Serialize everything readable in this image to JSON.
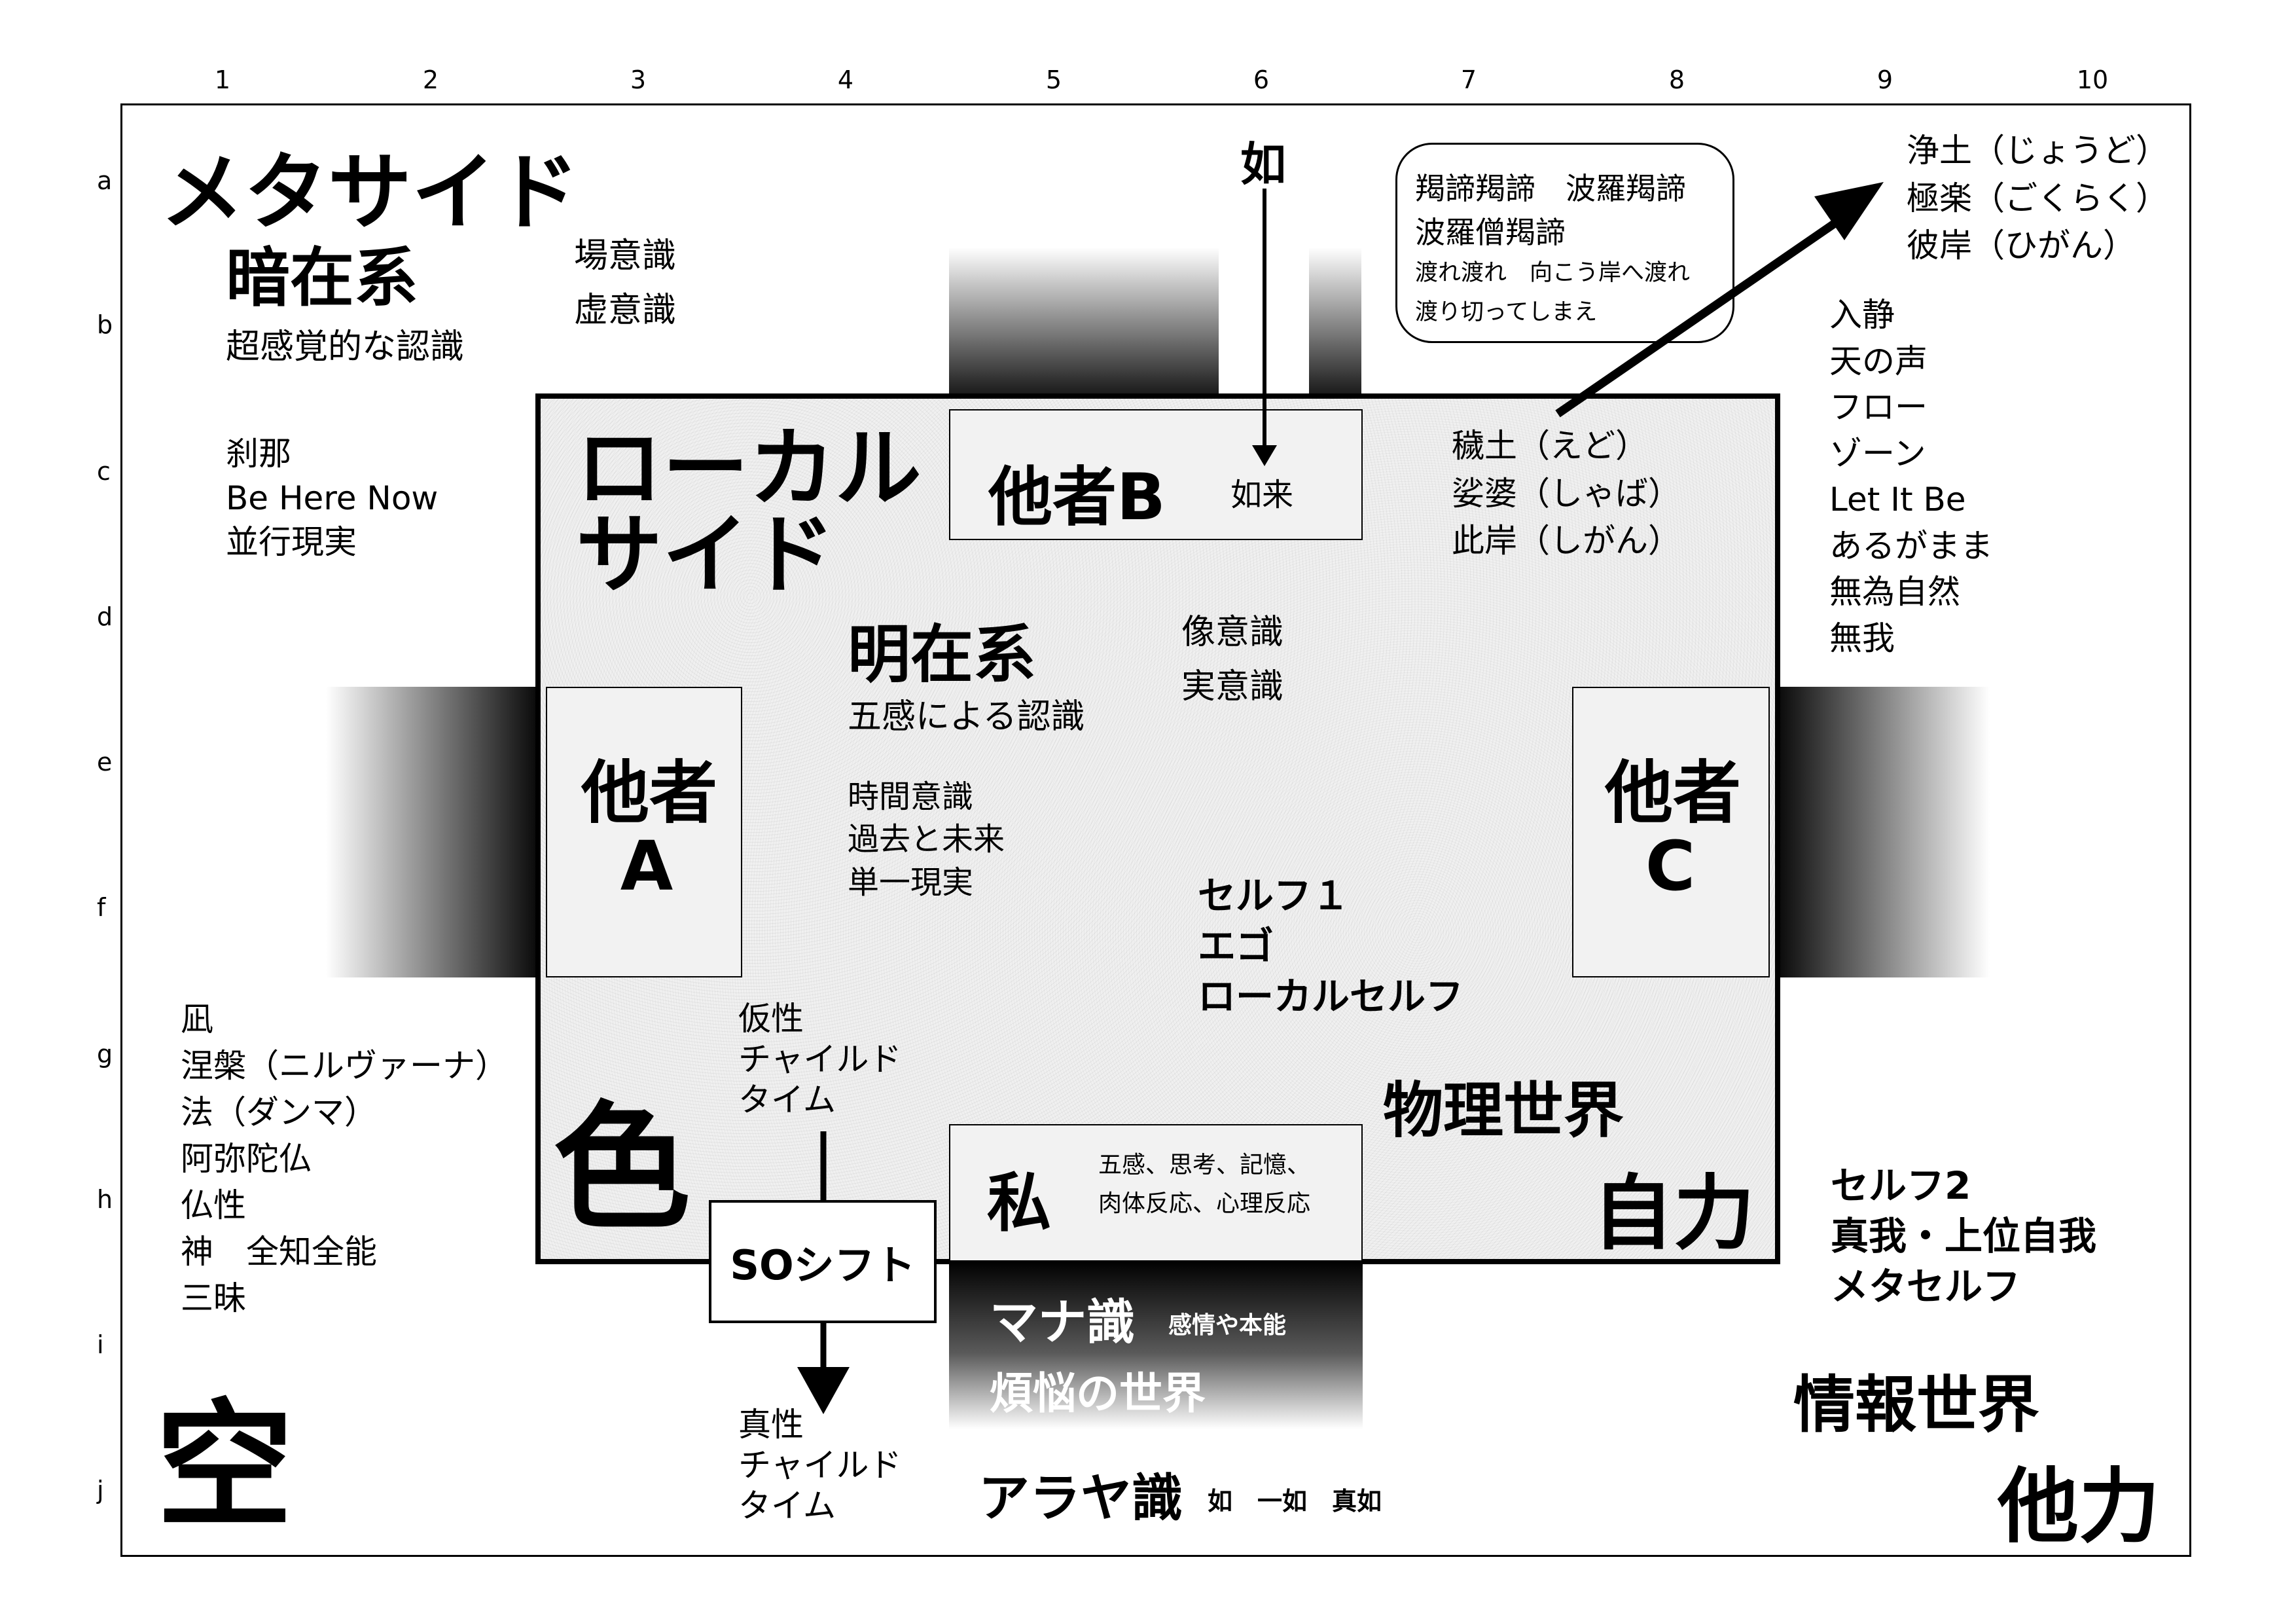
{
  "columns": [
    "1",
    "2",
    "3",
    "4",
    "5",
    "6",
    "7",
    "8",
    "9",
    "10"
  ],
  "rows": [
    "a",
    "b",
    "c",
    "d",
    "e",
    "f",
    "g",
    "h",
    "i",
    "j"
  ],
  "meta_side": {
    "title": "メタサイド",
    "implicit": "暗在系",
    "implicit_desc": "超感覚的な認識",
    "field_consciousness": [
      "場意識",
      "虚意識"
    ],
    "moment": [
      "刹那",
      "Be Here Now",
      "並行現実"
    ]
  },
  "local_side": {
    "title_line1": "ローカル",
    "title_line2": "サイド",
    "explicit": "明在系",
    "explicit_desc": "五感による認識",
    "image_consciousness": [
      "像意識",
      "実意識"
    ],
    "time_consciousness": [
      "時間意識",
      "過去と未来",
      "単一現実"
    ],
    "self1": [
      "セルフ１",
      "エゴ",
      "ローカルセルフ"
    ],
    "physical_world": "物理世界",
    "jiriki": "自力",
    "shiki": "色"
  },
  "others": {
    "a_line1": "他者",
    "a_line2": "A",
    "b": "他者B",
    "c_line1": "他者",
    "c_line2": "C",
    "nyorai": "如来",
    "nyo": "如"
  },
  "watashi": {
    "label": "私",
    "desc_line1": "五感、思考、記憶、",
    "desc_line2": "肉体反応、心理反応"
  },
  "mantra": [
    "羯諦羯諦　波羅羯諦",
    "波羅僧羯諦",
    "渡れ渡れ　向こう岸へ渡れ",
    "渡り切ってしまえ"
  ],
  "pure_land": [
    "浄土（じょうど）",
    "極楽（ごくらく）",
    "彼岸（ひがん）"
  ],
  "defiled_land": [
    "穢土（えど）",
    "娑婆（しゃば）",
    "此岸（しがん）"
  ],
  "flow_states": [
    "入静",
    "天の声",
    "フロー",
    "ゾーン",
    "Let It Be",
    "あるがまま",
    "無為自然",
    "無我"
  ],
  "nirvana": [
    "凪",
    "涅槃（ニルヴァーナ）",
    "法（ダンマ）",
    "阿弥陀仏",
    "仏性",
    "神　全知全能",
    "三昧"
  ],
  "so_shift": {
    "before": [
      "仮性",
      "チャイルド",
      "タイム"
    ],
    "label": "SOシフト",
    "after": [
      "真性",
      "チャイルド",
      "タイム"
    ]
  },
  "manas": {
    "title": "マナ識",
    "sub": "感情や本能",
    "world": "煩悩の世界"
  },
  "alaya": {
    "title": "アラヤ識",
    "sub": "如　一如　真如"
  },
  "self2": [
    "セルフ2",
    "真我・上位自我",
    "メタセルフ"
  ],
  "info_world": "情報世界",
  "tariki": "他力",
  "ku": "空",
  "colors": {
    "ink": "#000000",
    "panel": "#f0f0f0",
    "paper": "#ffffff"
  }
}
